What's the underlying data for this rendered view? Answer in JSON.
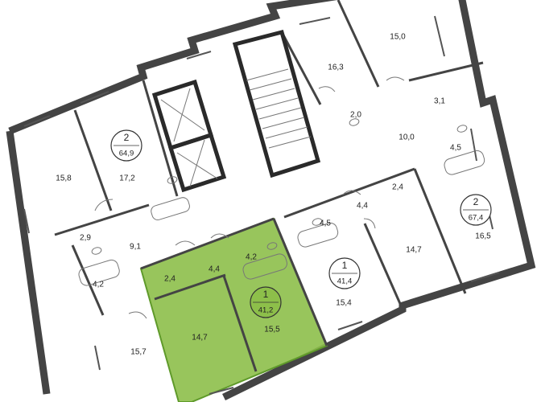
{
  "rooms": [
    {
      "label": "15,0"
    },
    {
      "label": "16,3"
    },
    {
      "label": "3,1"
    },
    {
      "label": "2,0"
    },
    {
      "label": "10,0"
    },
    {
      "label": "4,5"
    },
    {
      "label": "15,8"
    },
    {
      "label": "17,2"
    },
    {
      "label": "2,4"
    },
    {
      "label": "4,4"
    },
    {
      "label": "4,5"
    },
    {
      "label": "16,5"
    },
    {
      "label": "2,9"
    },
    {
      "label": "9,1"
    },
    {
      "label": "14,7"
    },
    {
      "label": "4,2"
    },
    {
      "label": "2,4"
    },
    {
      "label": "4,4"
    },
    {
      "label": "4,2"
    },
    {
      "label": "15,4"
    },
    {
      "label": "14,7"
    },
    {
      "label": "15,5"
    },
    {
      "label": "15,7"
    }
  ],
  "apartments": [
    {
      "rooms": "2",
      "area": "64,9"
    },
    {
      "rooms": "2",
      "area": "67,4"
    },
    {
      "rooms": "1",
      "area": "41,4"
    },
    {
      "rooms": "1",
      "area": "41,2",
      "highlighted": true
    }
  ],
  "colors": {
    "highlight_fill": "#8dbf4a",
    "highlight_stroke": "#5f9a2a",
    "walls": "#444444",
    "background": "#ffffff"
  }
}
